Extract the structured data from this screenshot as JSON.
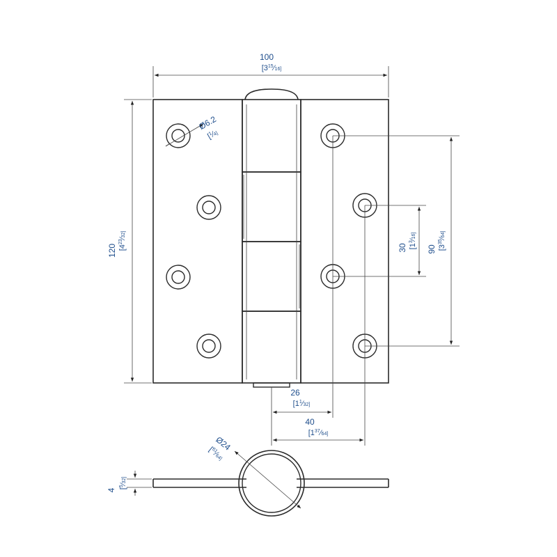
{
  "colors": {
    "dimension_text": "#1f4e8c",
    "outline": "#2a2a2a",
    "background": "#ffffff"
  },
  "dimensions": {
    "width_mm": "100",
    "width_in": {
      "whole": "[3",
      "num": "15",
      "den": "16]"
    },
    "height_mm": "120",
    "height_in": {
      "whole": "[4",
      "num": "23",
      "den": "32]"
    },
    "hole_dia_mm": "Ø6.2",
    "hole_dia_in": {
      "whole": "[",
      "num": "1",
      "den": "4]"
    },
    "pitch30_mm": "30",
    "pitch30_in": {
      "whole": "[1",
      "num": "3",
      "den": "16]"
    },
    "pitch90_mm": "90",
    "pitch90_in": {
      "whole": "[3",
      "num": "35",
      "den": "64]"
    },
    "offset26_mm": "26",
    "offset26_in": {
      "whole": "[1",
      "num": "1",
      "den": "32]"
    },
    "offset40_mm": "40",
    "offset40_in": {
      "whole": "[1",
      "num": "37",
      "den": "64]"
    },
    "knuckle_dia_mm": "Ø24",
    "knuckle_dia_in": {
      "whole": "[",
      "num": "61",
      "den": "64]"
    },
    "thickness_mm": "4",
    "thickness_in": {
      "whole": "[",
      "num": "5",
      "den": "32]"
    }
  }
}
